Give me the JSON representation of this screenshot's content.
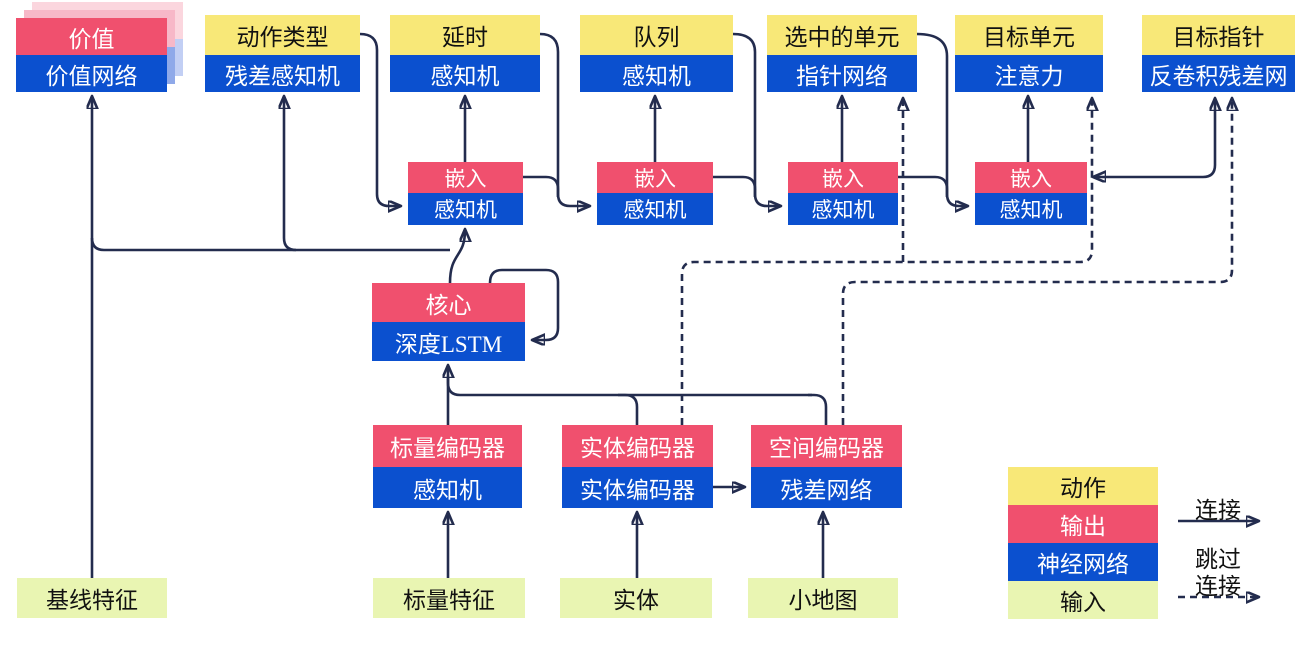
{
  "diagram": {
    "heads": [
      {
        "top": "价值",
        "bottom": "价值网络"
      },
      {
        "top": "动作类型",
        "bottom": "残差感知机"
      },
      {
        "top": "延时",
        "bottom": "感知机"
      },
      {
        "top": "队列",
        "bottom": "感知机"
      },
      {
        "top": "选中的单元",
        "bottom": "指针网络"
      },
      {
        "top": "目标单元",
        "bottom": "注意力"
      },
      {
        "top": "目标指针",
        "bottom": "反卷积残差网"
      }
    ],
    "embeds": [
      {
        "top": "嵌入",
        "bottom": "感知机"
      },
      {
        "top": "嵌入",
        "bottom": "感知机"
      },
      {
        "top": "嵌入",
        "bottom": "感知机"
      },
      {
        "top": "嵌入",
        "bottom": "感知机"
      }
    ],
    "core": {
      "top": "核心",
      "bottom": "深度LSTM"
    },
    "encoders": [
      {
        "top": "标量编码器",
        "bottom": "感知机"
      },
      {
        "top": "实体编码器",
        "bottom": "实体编码器"
      },
      {
        "top": "空间编码器",
        "bottom": "残差网络"
      }
    ],
    "inputs": [
      "基线特征",
      "标量特征",
      "实体",
      "小地图"
    ],
    "legend": {
      "rows": [
        {
          "label": "动作"
        },
        {
          "label": "输出"
        },
        {
          "label": "神经网络"
        },
        {
          "label": "输入"
        }
      ],
      "solid_label": "连接",
      "dashed_label": [
        "跳过",
        "连接"
      ]
    },
    "colors": {
      "action_yellow": "#f8e878",
      "output_red": "#f0506e",
      "network_blue": "#0b50cf",
      "input_green": "#e9f5b2",
      "wire_navy": "#232c4e"
    }
  }
}
